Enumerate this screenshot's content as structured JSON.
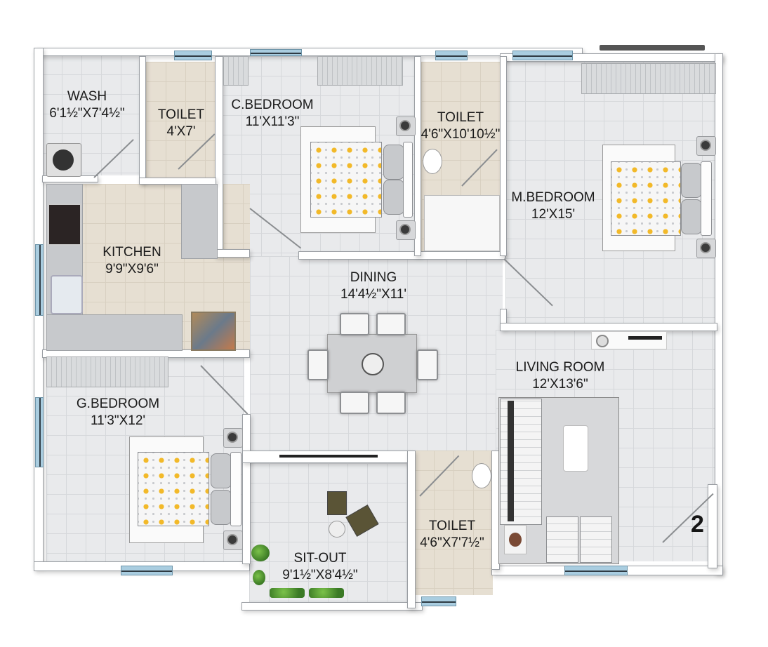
{
  "plan": {
    "unit_number": "2",
    "rooms": [
      {
        "id": "wash",
        "name": "WASH",
        "size": "6'1½\"X7'4½\""
      },
      {
        "id": "toilet_1",
        "name": "TOILET",
        "size": "4'X7'"
      },
      {
        "id": "c_bedroom",
        "name": "C.BEDROOM",
        "size": "11'X11'3\""
      },
      {
        "id": "toilet_2",
        "name": "TOILET",
        "size": "4'6\"X10'10½\""
      },
      {
        "id": "m_bedroom",
        "name": "M.BEDROOM",
        "size": "12'X15'"
      },
      {
        "id": "kitchen",
        "name": "KITCHEN",
        "size": "9'9\"X9'6\""
      },
      {
        "id": "dining",
        "name": "DINING",
        "size": "14'4½\"X11'"
      },
      {
        "id": "living_room",
        "name": "LIVING ROOM",
        "size": "12'X13'6\""
      },
      {
        "id": "g_bedroom",
        "name": "G.BEDROOM",
        "size": "11'3\"X12'"
      },
      {
        "id": "sit_out",
        "name": "SIT-OUT",
        "size": "9'1½\"X8'4½\""
      },
      {
        "id": "toilet_3",
        "name": "TOILET",
        "size": "4'6\"X7'7½\""
      }
    ],
    "colors": {
      "floor_tile": "#e9eaec",
      "toilet_kitchen_floor": "#e6dfd2",
      "wall": "#ffffff",
      "window": "#a9cde0",
      "quilt_accent": "#f2b929",
      "plant": "#4f9a2e"
    }
  }
}
